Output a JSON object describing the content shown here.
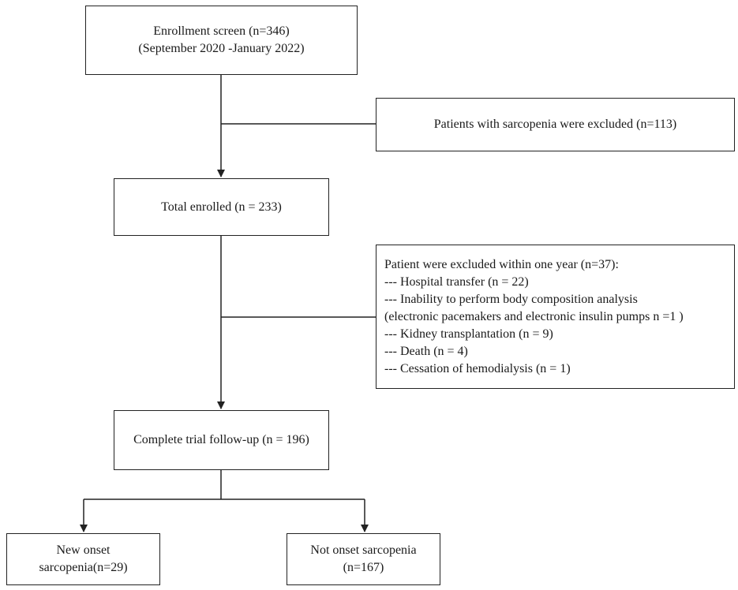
{
  "boxes": {
    "enrollment": {
      "line1": "Enrollment screen (n=346)",
      "line2": "(September 2020 -January 2022)"
    },
    "excluded_sarcopenia": {
      "line1": "Patients with sarcopenia were excluded (n=113)"
    },
    "total_enrolled": {
      "line1": "Total enrolled (n = 233)"
    },
    "excluded_year": {
      "lines": [
        "Patient were excluded within one year (n=37):",
        "--- Hospital transfer (n = 22)",
        "--- Inability to perform body composition analysis",
        "(electronic pacemakers and electronic insulin pumps n =1 )",
        "--- Kidney transplantation (n = 9)",
        "--- Death (n = 4)",
        "--- Cessation of hemodialysis (n = 1)"
      ]
    },
    "follow_up": {
      "line1": "Complete trial follow-up (n = 196)"
    },
    "new_onset": {
      "line1": "New onset",
      "line2": "sarcopenia(n=29)"
    },
    "not_onset": {
      "line1": "Not onset sarcopenia",
      "line2": "(n=167)"
    }
  },
  "colors": {
    "stroke": "#222222",
    "background": "#ffffff"
  }
}
